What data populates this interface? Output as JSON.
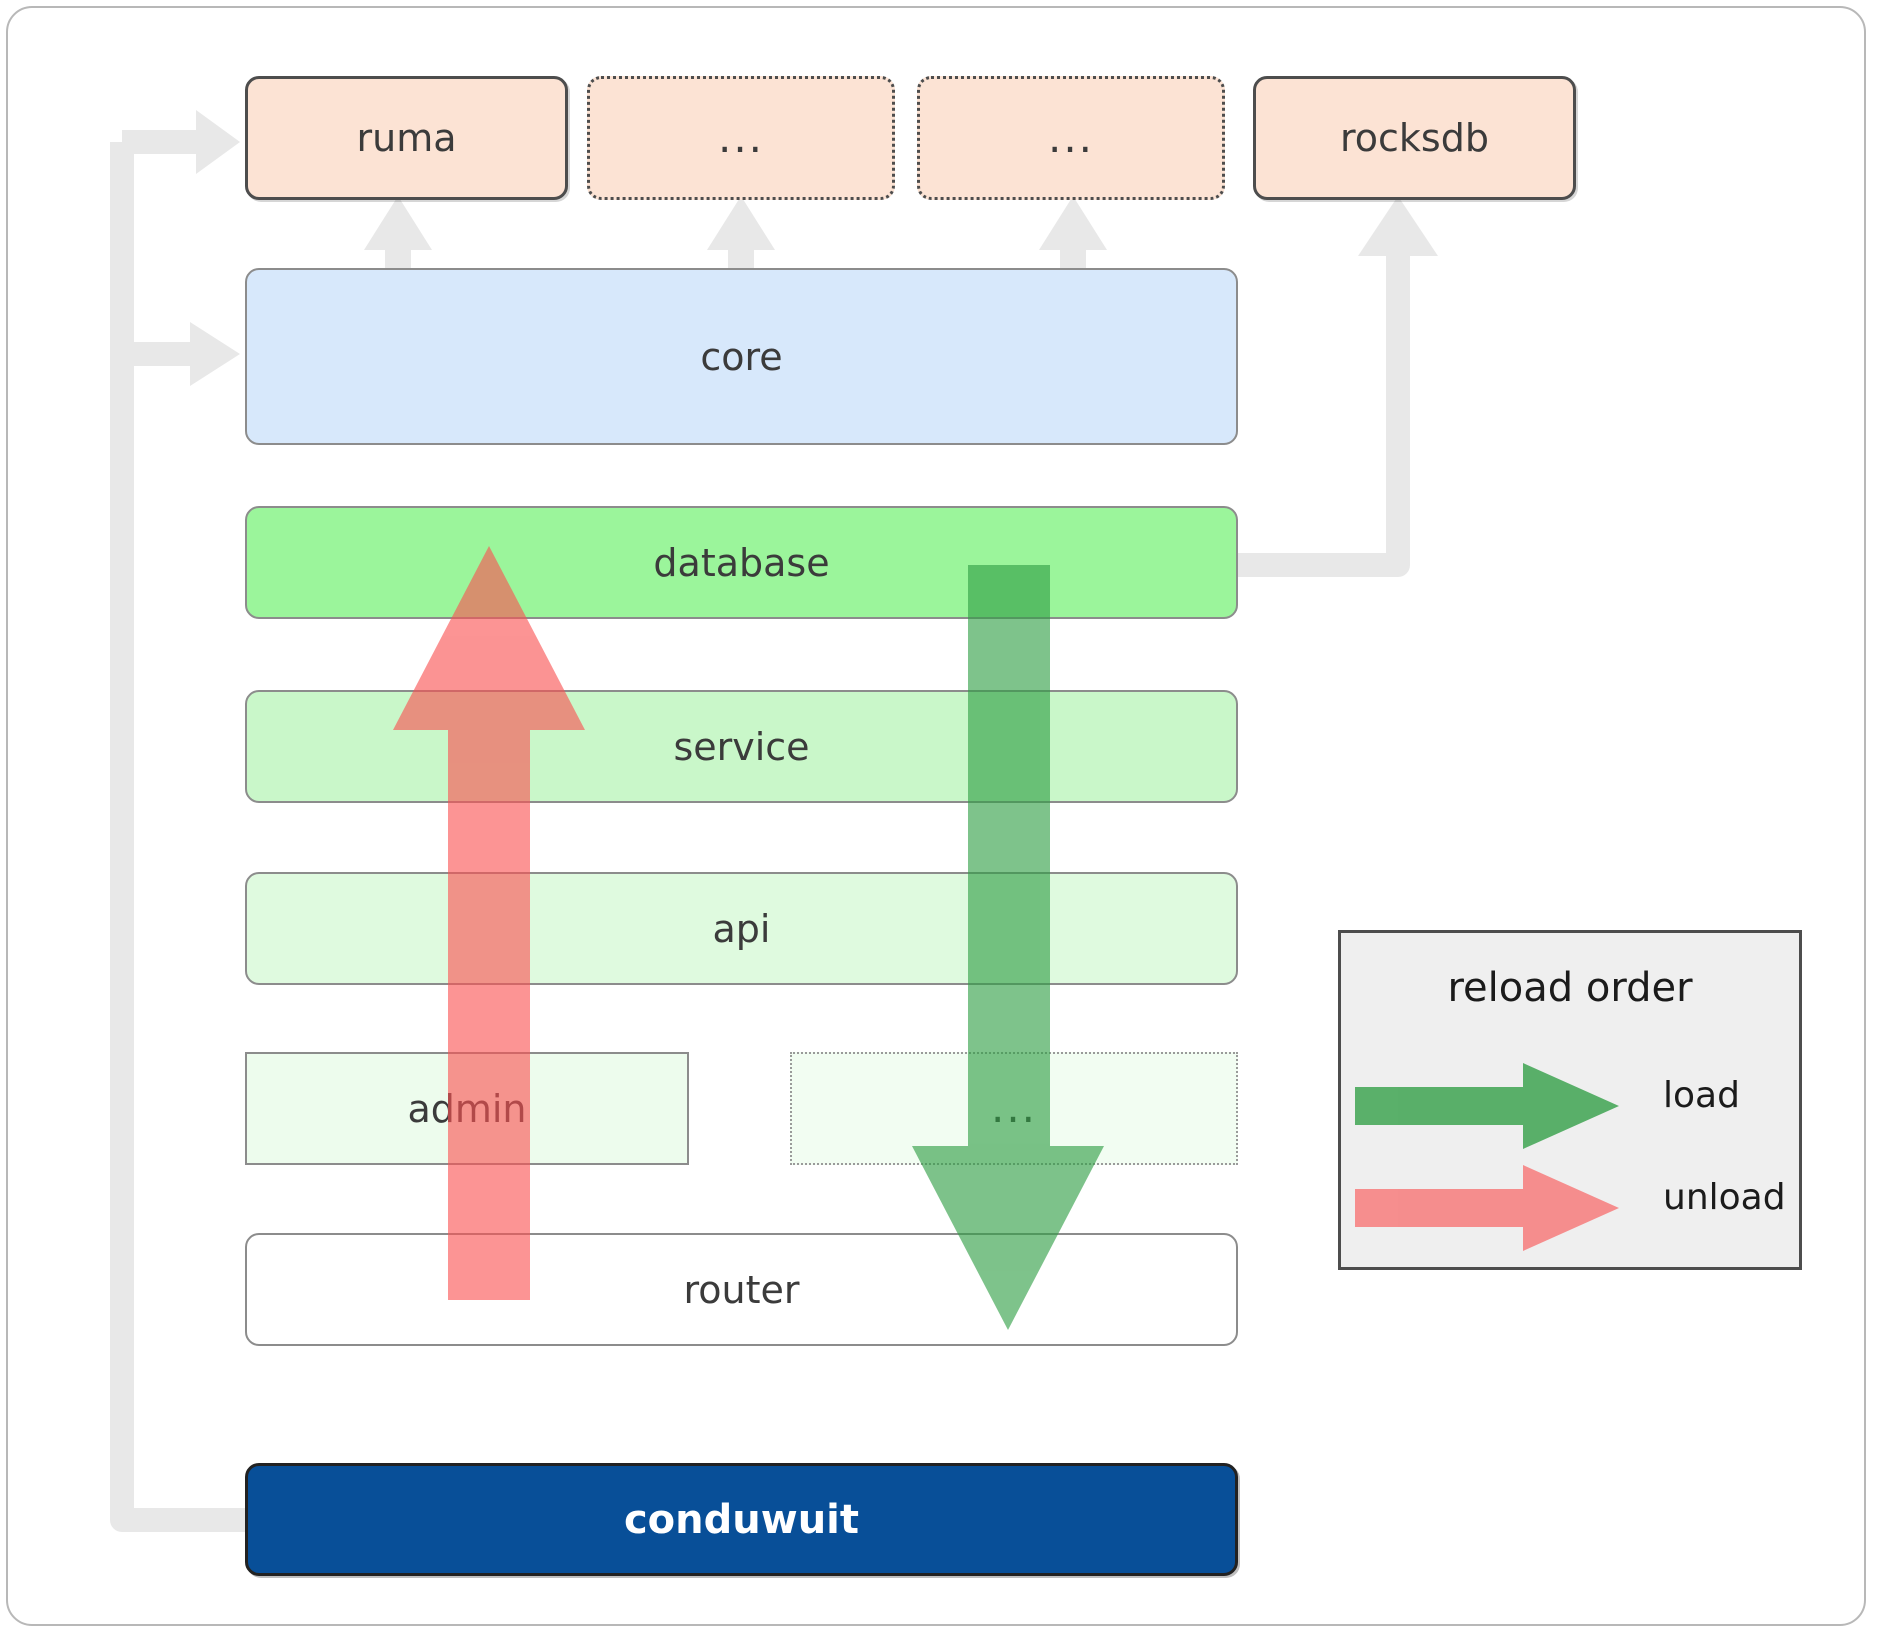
{
  "diagram": {
    "title": "conduwuit crate layer / reload order diagram",
    "dependencies": [
      {
        "label": "ruma",
        "style": "solid"
      },
      {
        "label": "...",
        "style": "dotted"
      },
      {
        "label": "...",
        "style": "dotted"
      },
      {
        "label": "rocksdb",
        "style": "solid"
      }
    ],
    "layers": [
      {
        "label": "core",
        "fill": "#d7e8fb"
      },
      {
        "label": "database",
        "fill": "#9bf59b"
      },
      {
        "label": "service",
        "fill": "#c9f7c9"
      },
      {
        "label": "api",
        "fill": "#dffadf"
      },
      {
        "label": "admin",
        "fill": "#edfced"
      },
      {
        "label": "...",
        "fill": "#f2fdf2"
      },
      {
        "label": "router",
        "fill": "#ffffff"
      }
    ],
    "binary": {
      "label": "conduwuit",
      "fill": "#084f98",
      "text_color": "#ffffff"
    },
    "legend": {
      "title": "reload order",
      "items": [
        {
          "label": "load",
          "color": "#5cb85c"
        },
        {
          "label": "unload",
          "color": "#f98080"
        }
      ]
    },
    "colors": {
      "dependency_fill": "#fce3d4",
      "connector": "#e8e8e8",
      "load_arrow": "#5cb85c",
      "unload_arrow": "#f98080",
      "border": "#8c8c8c",
      "frame": "#b8b8b8"
    }
  }
}
